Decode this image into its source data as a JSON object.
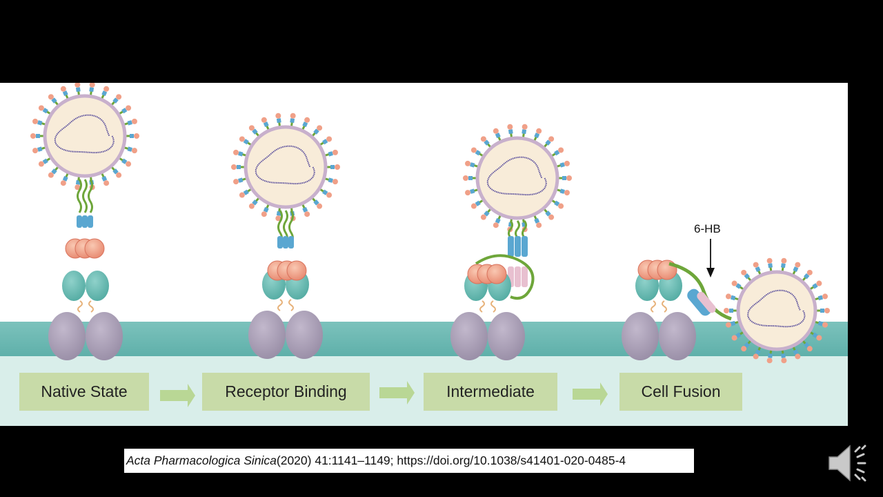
{
  "figure": {
    "stages": [
      {
        "label": "Native State"
      },
      {
        "label": "Receptor Binding"
      },
      {
        "label": "Intermediate"
      },
      {
        "label": "Cell Fusion"
      }
    ],
    "annotation": "6-HB",
    "colors": {
      "membrane_top": "#7cc2bc",
      "membrane_bottom": "#d7ece8",
      "label_bg": "#c8dba8",
      "arrow": "#b9d795",
      "virion_fill": "#f8ecd9",
      "virion_rim": "#c8b0cc",
      "receptor": "#a79bb2",
      "receptor_domain": "#5fb5ad",
      "rbd": "#f0a088",
      "hr_helix": "#5aa7d1",
      "hr2_helix": "#e8c0d0",
      "stalk": "#6ea63a"
    }
  },
  "citation": {
    "journal": "Acta Pharmacologica Sinica",
    "details": " (2020) 41:1141–1149; https://doi.org/10.1038/s41401-020-0485-4"
  },
  "controls": {
    "audio_icon": "speaker-icon"
  }
}
